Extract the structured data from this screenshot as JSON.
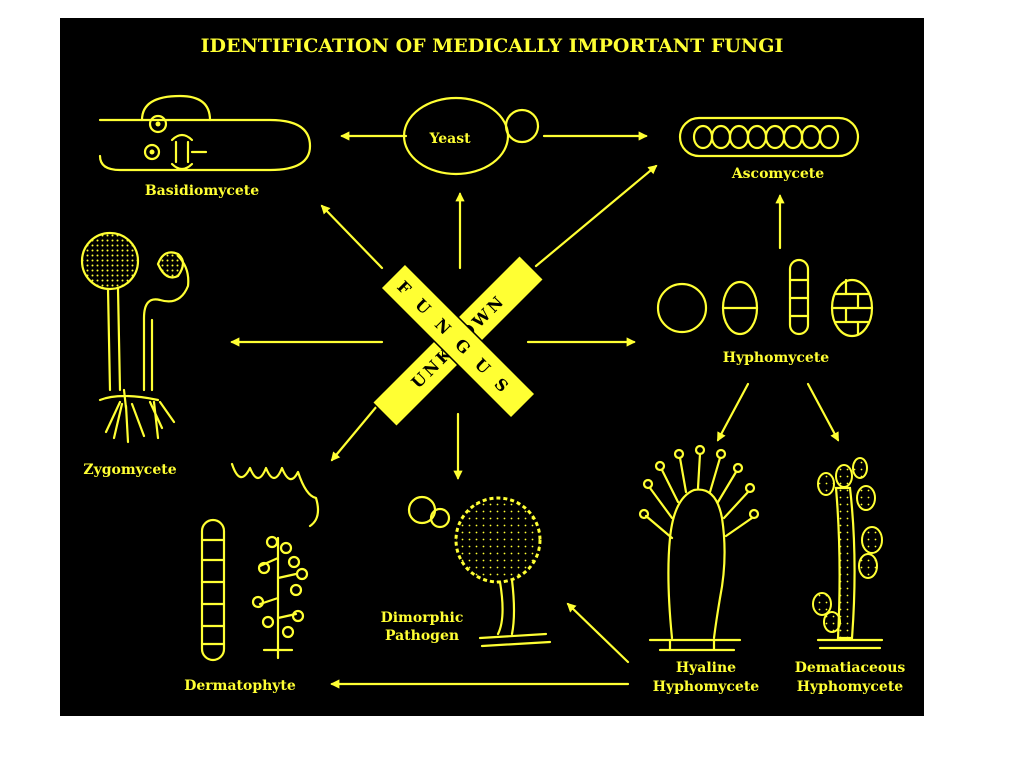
{
  "diagram": {
    "title": "IDENTIFICATION OF MEDICALLY IMPORTANT FUNGI",
    "center": {
      "word_unknown": "UNKNOWN",
      "word_fungus": "FUNGUS"
    },
    "nodes": {
      "yeast": "Yeast",
      "basidiomycete": "Basidiomycete",
      "ascomycete": "Ascomycete",
      "zygomycete": "Zygomycete",
      "hyphomycete": "Hyphomycete",
      "dimorphic_line1": "Dimorphic",
      "dimorphic_line2": "Pathogen",
      "dermatophyte": "Dermatophyte",
      "hyaline_line1": "Hyaline",
      "hyaline_line2": "Hyphomycete",
      "dematiaceous_line1": "Dematiaceous",
      "dematiaceous_line2": "Hyphomycete"
    },
    "colors": {
      "background": "#000000",
      "ink": "#ffff33",
      "page": "#ffffff"
    }
  }
}
